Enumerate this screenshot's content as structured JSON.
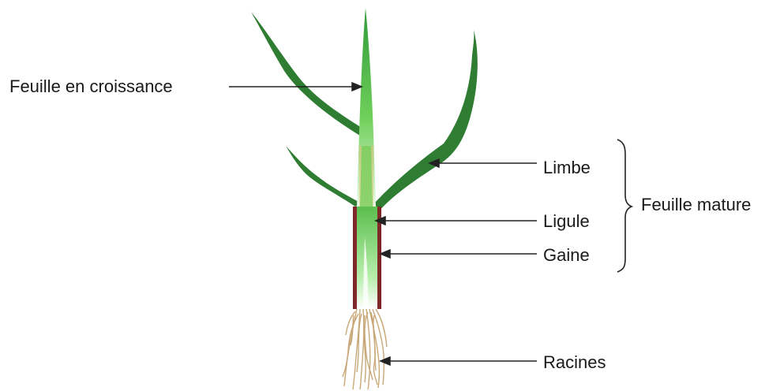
{
  "labels": {
    "growing_leaf": "Feuille en croissance",
    "blade": "Limbe",
    "ligule": "Ligule",
    "sheath": "Gaine",
    "roots": "Racines",
    "mature_leaf": "Feuille mature"
  },
  "colors": {
    "leaf_dark": "#2e7d32",
    "leaf_mid": "#3f9e44",
    "leaf_light": "#8fd47a",
    "sheath": "#8b2e2e",
    "ligule": "#e8c07a",
    "roots": "#c8a878",
    "arrow": "#222222"
  }
}
